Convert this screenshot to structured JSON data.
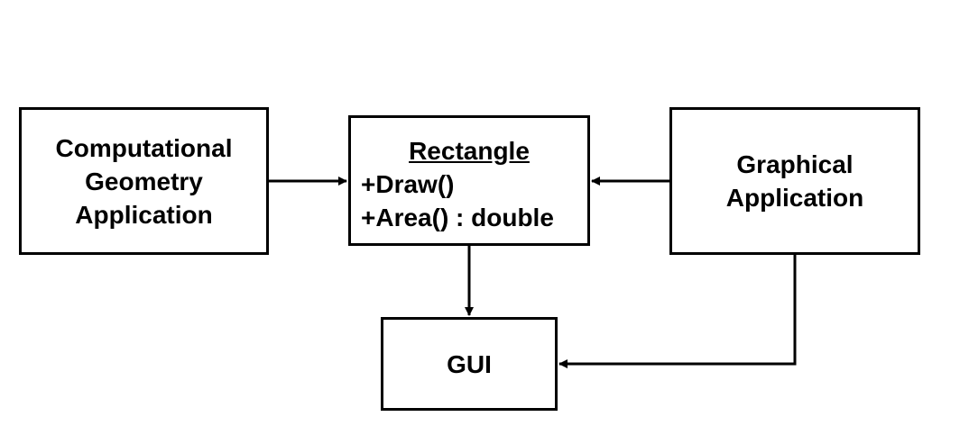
{
  "boxes": {
    "computational_geometry_app": {
      "lines": [
        "Computational",
        "Geometry",
        "Application"
      ]
    },
    "rectangle_class": {
      "name": "Rectangle",
      "operations": [
        "+Draw()",
        "+Area() : double"
      ]
    },
    "graphical_app": {
      "lines": [
        "Graphical",
        "Application"
      ]
    },
    "gui": {
      "label": "GUI"
    }
  },
  "connections": [
    {
      "from": "Computational Geometry Application",
      "to": "Rectangle"
    },
    {
      "from": "Graphical Application",
      "to": "Rectangle"
    },
    {
      "from": "Rectangle",
      "to": "GUI"
    },
    {
      "from": "Graphical Application",
      "to": "GUI"
    }
  ],
  "colors": {
    "stroke": "#000000",
    "background": "#ffffff",
    "text": "#000000"
  }
}
